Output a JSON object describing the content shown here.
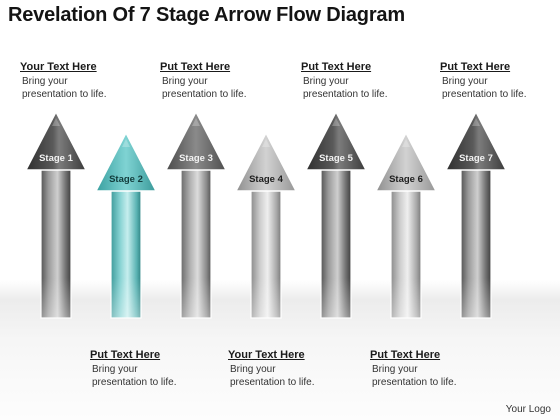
{
  "title": "Revelation Of 7 Stage Arrow Flow Diagram",
  "stages": [
    {
      "label": "Stage 1",
      "theme": "dark"
    },
    {
      "label": "Stage 2",
      "theme": "teal"
    },
    {
      "label": "Stage 3",
      "theme": "mid"
    },
    {
      "label": "Stage 4",
      "theme": "light"
    },
    {
      "label": "Stage 5",
      "theme": "dark"
    },
    {
      "label": "Stage 6",
      "theme": "light"
    },
    {
      "label": "Stage 7",
      "theme": "dark"
    }
  ],
  "text_boxes": [
    {
      "heading": "Your Text Here",
      "body": "Bring your presentation to life."
    },
    {
      "heading": "Put Text Here",
      "body": "Bring your presentation to life."
    },
    {
      "heading": "Put Text Here",
      "body": "Bring your presentation to life."
    },
    {
      "heading": "Your Text Here",
      "body": "Bring your presentation to life."
    },
    {
      "heading": "Put Text Here",
      "body": "Bring your presentation to life."
    },
    {
      "heading": "Put Text Here",
      "body": "Bring your presentation to life."
    },
    {
      "heading": "Put Text Here",
      "body": "Bring your presentation to life."
    }
  ],
  "logo_text": "Your Logo",
  "colors": {
    "dark_arrow": "#6a6a6a",
    "teal_arrow": "#6fc6c6",
    "light_arrow": "#b4b4b4",
    "title": "#141414"
  }
}
